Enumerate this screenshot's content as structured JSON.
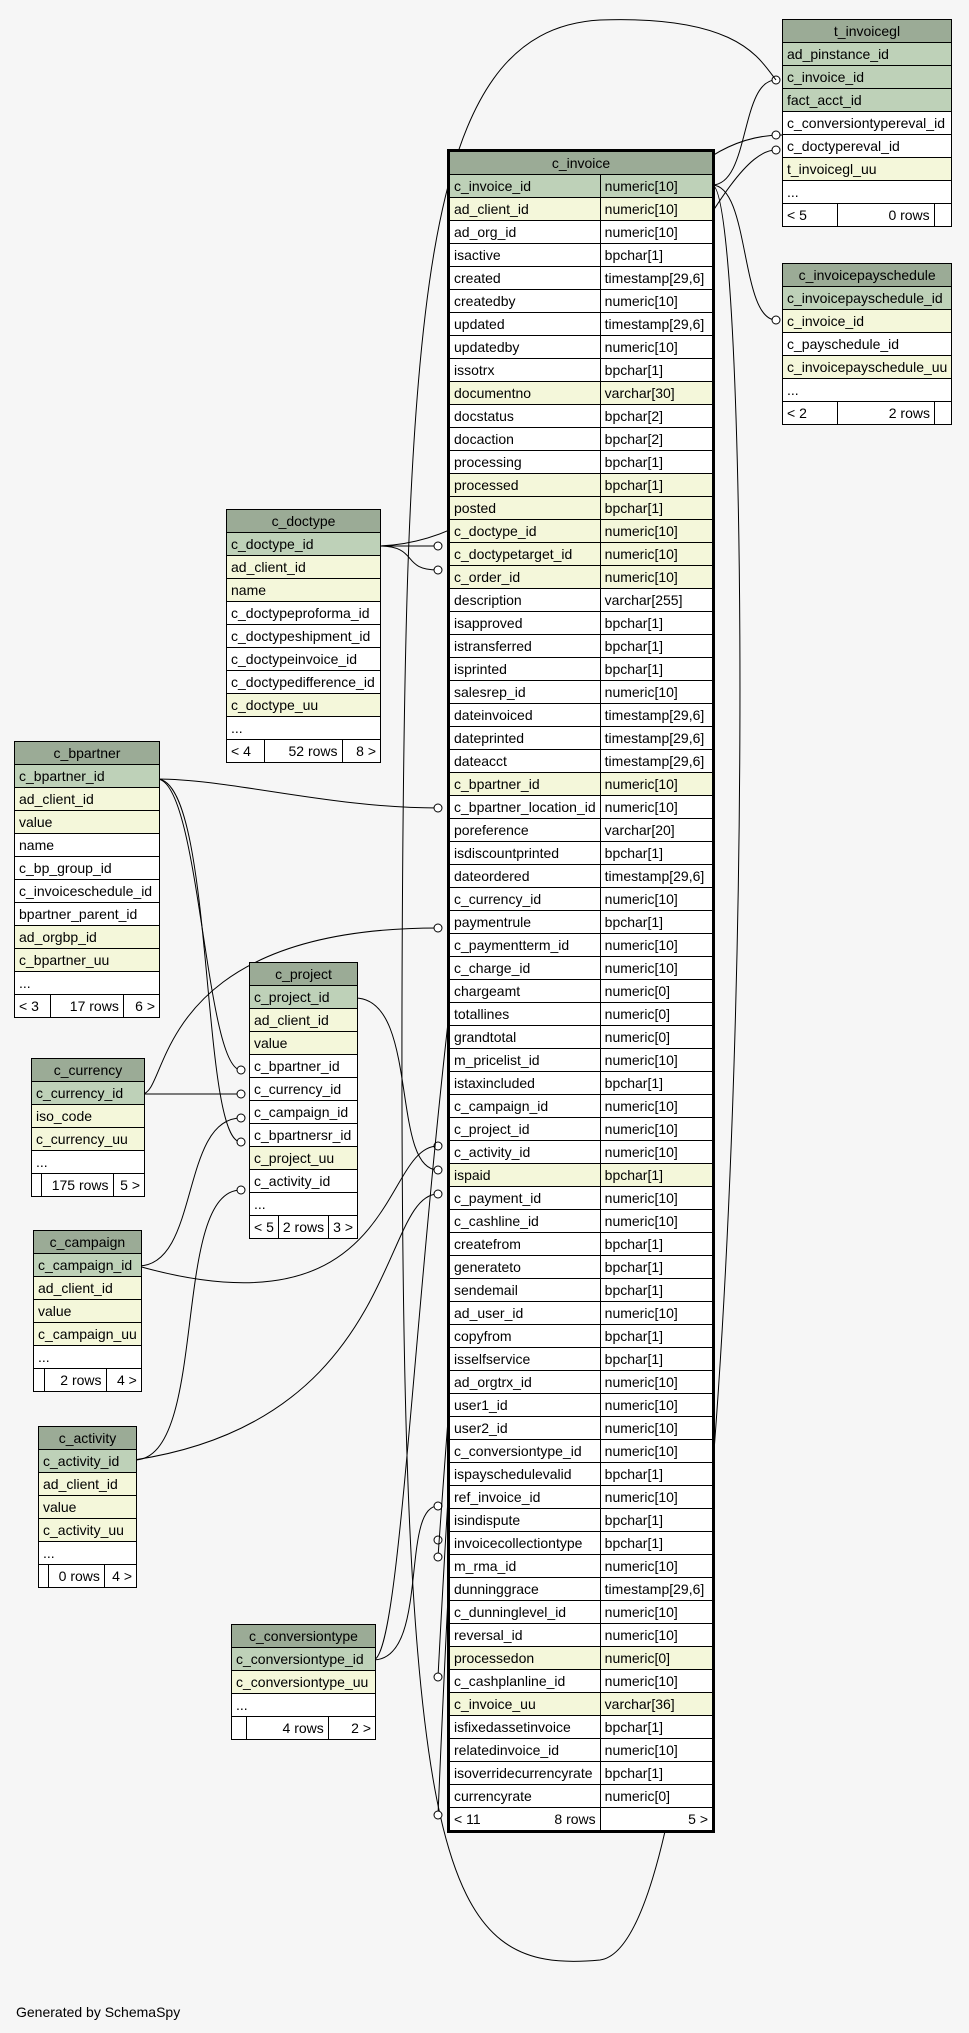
{
  "footer": "Generated by SchemaSpy",
  "tables": {
    "t_invoicegl": {
      "name": "t_invoicegl",
      "rows": [
        {
          "c": "ad_pinstance_id",
          "k": "pk"
        },
        {
          "c": "c_invoice_id",
          "k": "pk"
        },
        {
          "c": "fact_acct_id",
          "k": "pk"
        },
        {
          "c": "c_conversiontypereval_id",
          "k": "plain"
        },
        {
          "c": "c_doctypereval_id",
          "k": "plain"
        },
        {
          "c": "t_invoicegl_uu",
          "k": "idx"
        },
        {
          "c": "...",
          "k": "plain"
        }
      ],
      "foot": [
        "< 5",
        "0 rows",
        ""
      ]
    },
    "c_invoicepayschedule": {
      "name": "c_invoicepayschedule",
      "rows": [
        {
          "c": "c_invoicepayschedule_id",
          "k": "pk"
        },
        {
          "c": "c_invoice_id",
          "k": "idx"
        },
        {
          "c": "c_payschedule_id",
          "k": "plain"
        },
        {
          "c": "c_invoicepayschedule_uu",
          "k": "idx"
        },
        {
          "c": "...",
          "k": "plain"
        }
      ],
      "foot": [
        "< 2",
        "2 rows",
        ""
      ]
    },
    "c_doctype": {
      "name": "c_doctype",
      "rows": [
        {
          "c": "c_doctype_id",
          "k": "pk"
        },
        {
          "c": "ad_client_id",
          "k": "idx"
        },
        {
          "c": "name",
          "k": "idx"
        },
        {
          "c": "c_doctypeproforma_id",
          "k": "plain"
        },
        {
          "c": "c_doctypeshipment_id",
          "k": "plain"
        },
        {
          "c": "c_doctypeinvoice_id",
          "k": "plain"
        },
        {
          "c": "c_doctypedifference_id",
          "k": "plain"
        },
        {
          "c": "c_doctype_uu",
          "k": "idx"
        },
        {
          "c": "...",
          "k": "plain"
        }
      ],
      "foot": [
        "< 4",
        "52 rows",
        "8 >"
      ]
    },
    "c_bpartner": {
      "name": "c_bpartner",
      "rows": [
        {
          "c": "c_bpartner_id",
          "k": "pk"
        },
        {
          "c": "ad_client_id",
          "k": "idx"
        },
        {
          "c": "value",
          "k": "idx"
        },
        {
          "c": "name",
          "k": "plain"
        },
        {
          "c": "c_bp_group_id",
          "k": "plain"
        },
        {
          "c": "c_invoiceschedule_id",
          "k": "plain"
        },
        {
          "c": "bpartner_parent_id",
          "k": "plain"
        },
        {
          "c": "ad_orgbp_id",
          "k": "idx"
        },
        {
          "c": "c_bpartner_uu",
          "k": "idx"
        },
        {
          "c": "...",
          "k": "plain"
        }
      ],
      "foot": [
        "< 3",
        "17 rows",
        "6 >"
      ]
    },
    "c_project": {
      "name": "c_project",
      "rows": [
        {
          "c": "c_project_id",
          "k": "pk"
        },
        {
          "c": "ad_client_id",
          "k": "idx"
        },
        {
          "c": "value",
          "k": "idx"
        },
        {
          "c": "c_bpartner_id",
          "k": "plain"
        },
        {
          "c": "c_currency_id",
          "k": "plain"
        },
        {
          "c": "c_campaign_id",
          "k": "plain"
        },
        {
          "c": "c_bpartnersr_id",
          "k": "plain"
        },
        {
          "c": "c_project_uu",
          "k": "idx"
        },
        {
          "c": "c_activity_id",
          "k": "plain"
        },
        {
          "c": "...",
          "k": "plain"
        }
      ],
      "foot": [
        "< 5",
        "2 rows",
        "3 >"
      ]
    },
    "c_currency": {
      "name": "c_currency",
      "rows": [
        {
          "c": "c_currency_id",
          "k": "pk"
        },
        {
          "c": "iso_code",
          "k": "idx"
        },
        {
          "c": "c_currency_uu",
          "k": "idx"
        },
        {
          "c": "...",
          "k": "plain"
        }
      ],
      "foot": [
        "",
        "175 rows",
        "5 >"
      ]
    },
    "c_campaign": {
      "name": "c_campaign",
      "rows": [
        {
          "c": "c_campaign_id",
          "k": "pk"
        },
        {
          "c": "ad_client_id",
          "k": "idx"
        },
        {
          "c": "value",
          "k": "idx"
        },
        {
          "c": "c_campaign_uu",
          "k": "idx"
        },
        {
          "c": "...",
          "k": "plain"
        }
      ],
      "foot": [
        "",
        "2 rows",
        "4 >"
      ]
    },
    "c_activity": {
      "name": "c_activity",
      "rows": [
        {
          "c": "c_activity_id",
          "k": "pk"
        },
        {
          "c": "ad_client_id",
          "k": "idx"
        },
        {
          "c": "value",
          "k": "idx"
        },
        {
          "c": "c_activity_uu",
          "k": "idx"
        },
        {
          "c": "...",
          "k": "plain"
        }
      ],
      "foot": [
        "",
        "0 rows",
        "4 >"
      ]
    },
    "c_conversiontype": {
      "name": "c_conversiontype",
      "rows": [
        {
          "c": "c_conversiontype_id",
          "k": "pk"
        },
        {
          "c": "c_conversiontype_uu",
          "k": "idx"
        },
        {
          "c": "...",
          "k": "plain"
        }
      ],
      "foot": [
        "",
        "4 rows",
        "2 >"
      ]
    },
    "c_invoice": {
      "name": "c_invoice",
      "rows": [
        {
          "c": "c_invoice_id",
          "t": "numeric[10]",
          "k": "pk"
        },
        {
          "c": "ad_client_id",
          "t": "numeric[10]",
          "k": "idx"
        },
        {
          "c": "ad_org_id",
          "t": "numeric[10]",
          "k": "plain"
        },
        {
          "c": "isactive",
          "t": "bpchar[1]",
          "k": "plain"
        },
        {
          "c": "created",
          "t": "timestamp[29,6]",
          "k": "plain"
        },
        {
          "c": "createdby",
          "t": "numeric[10]",
          "k": "plain"
        },
        {
          "c": "updated",
          "t": "timestamp[29,6]",
          "k": "plain"
        },
        {
          "c": "updatedby",
          "t": "numeric[10]",
          "k": "plain"
        },
        {
          "c": "issotrx",
          "t": "bpchar[1]",
          "k": "plain"
        },
        {
          "c": "documentno",
          "t": "varchar[30]",
          "k": "idx"
        },
        {
          "c": "docstatus",
          "t": "bpchar[2]",
          "k": "plain"
        },
        {
          "c": "docaction",
          "t": "bpchar[2]",
          "k": "plain"
        },
        {
          "c": "processing",
          "t": "bpchar[1]",
          "k": "plain"
        },
        {
          "c": "processed",
          "t": "bpchar[1]",
          "k": "idx"
        },
        {
          "c": "posted",
          "t": "bpchar[1]",
          "k": "idx"
        },
        {
          "c": "c_doctype_id",
          "t": "numeric[10]",
          "k": "idx"
        },
        {
          "c": "c_doctypetarget_id",
          "t": "numeric[10]",
          "k": "idx"
        },
        {
          "c": "c_order_id",
          "t": "numeric[10]",
          "k": "idx"
        },
        {
          "c": "description",
          "t": "varchar[255]",
          "k": "plain"
        },
        {
          "c": "isapproved",
          "t": "bpchar[1]",
          "k": "plain"
        },
        {
          "c": "istransferred",
          "t": "bpchar[1]",
          "k": "plain"
        },
        {
          "c": "isprinted",
          "t": "bpchar[1]",
          "k": "plain"
        },
        {
          "c": "salesrep_id",
          "t": "numeric[10]",
          "k": "plain"
        },
        {
          "c": "dateinvoiced",
          "t": "timestamp[29,6]",
          "k": "plain"
        },
        {
          "c": "dateprinted",
          "t": "timestamp[29,6]",
          "k": "plain"
        },
        {
          "c": "dateacct",
          "t": "timestamp[29,6]",
          "k": "plain"
        },
        {
          "c": "c_bpartner_id",
          "t": "numeric[10]",
          "k": "idx"
        },
        {
          "c": "c_bpartner_location_id",
          "t": "numeric[10]",
          "k": "plain"
        },
        {
          "c": "poreference",
          "t": "varchar[20]",
          "k": "plain"
        },
        {
          "c": "isdiscountprinted",
          "t": "bpchar[1]",
          "k": "plain"
        },
        {
          "c": "dateordered",
          "t": "timestamp[29,6]",
          "k": "plain"
        },
        {
          "c": "c_currency_id",
          "t": "numeric[10]",
          "k": "plain"
        },
        {
          "c": "paymentrule",
          "t": "bpchar[1]",
          "k": "plain"
        },
        {
          "c": "c_paymentterm_id",
          "t": "numeric[10]",
          "k": "plain"
        },
        {
          "c": "c_charge_id",
          "t": "numeric[10]",
          "k": "plain"
        },
        {
          "c": "chargeamt",
          "t": "numeric[0]",
          "k": "plain"
        },
        {
          "c": "totallines",
          "t": "numeric[0]",
          "k": "plain"
        },
        {
          "c": "grandtotal",
          "t": "numeric[0]",
          "k": "plain"
        },
        {
          "c": "m_pricelist_id",
          "t": "numeric[10]",
          "k": "plain"
        },
        {
          "c": "istaxincluded",
          "t": "bpchar[1]",
          "k": "plain"
        },
        {
          "c": "c_campaign_id",
          "t": "numeric[10]",
          "k": "plain"
        },
        {
          "c": "c_project_id",
          "t": "numeric[10]",
          "k": "plain"
        },
        {
          "c": "c_activity_id",
          "t": "numeric[10]",
          "k": "plain"
        },
        {
          "c": "ispaid",
          "t": "bpchar[1]",
          "k": "idx"
        },
        {
          "c": "c_payment_id",
          "t": "numeric[10]",
          "k": "plain"
        },
        {
          "c": "c_cashline_id",
          "t": "numeric[10]",
          "k": "plain"
        },
        {
          "c": "createfrom",
          "t": "bpchar[1]",
          "k": "plain"
        },
        {
          "c": "generateto",
          "t": "bpchar[1]",
          "k": "plain"
        },
        {
          "c": "sendemail",
          "t": "bpchar[1]",
          "k": "plain"
        },
        {
          "c": "ad_user_id",
          "t": "numeric[10]",
          "k": "plain"
        },
        {
          "c": "copyfrom",
          "t": "bpchar[1]",
          "k": "plain"
        },
        {
          "c": "isselfservice",
          "t": "bpchar[1]",
          "k": "plain"
        },
        {
          "c": "ad_orgtrx_id",
          "t": "numeric[10]",
          "k": "plain"
        },
        {
          "c": "user1_id",
          "t": "numeric[10]",
          "k": "plain"
        },
        {
          "c": "user2_id",
          "t": "numeric[10]",
          "k": "plain"
        },
        {
          "c": "c_conversiontype_id",
          "t": "numeric[10]",
          "k": "plain"
        },
        {
          "c": "ispayschedulevalid",
          "t": "bpchar[1]",
          "k": "plain"
        },
        {
          "c": "ref_invoice_id",
          "t": "numeric[10]",
          "k": "plain"
        },
        {
          "c": "isindispute",
          "t": "bpchar[1]",
          "k": "plain"
        },
        {
          "c": "invoicecollectiontype",
          "t": "bpchar[1]",
          "k": "plain"
        },
        {
          "c": "m_rma_id",
          "t": "numeric[10]",
          "k": "plain"
        },
        {
          "c": "dunninggrace",
          "t": "timestamp[29,6]",
          "k": "plain"
        },
        {
          "c": "c_dunninglevel_id",
          "t": "numeric[10]",
          "k": "plain"
        },
        {
          "c": "reversal_id",
          "t": "numeric[10]",
          "k": "plain"
        },
        {
          "c": "processedon",
          "t": "numeric[0]",
          "k": "idx"
        },
        {
          "c": "c_cashplanline_id",
          "t": "numeric[10]",
          "k": "plain"
        },
        {
          "c": "c_invoice_uu",
          "t": "varchar[36]",
          "k": "idx"
        },
        {
          "c": "isfixedassetinvoice",
          "t": "bpchar[1]",
          "k": "plain"
        },
        {
          "c": "relatedinvoice_id",
          "t": "numeric[10]",
          "k": "plain"
        },
        {
          "c": "isoverridecurrencyrate",
          "t": "bpchar[1]",
          "k": "plain"
        },
        {
          "c": "currencyrate",
          "t": "numeric[0]",
          "k": "plain"
        }
      ],
      "foot": [
        "< 11",
        "8 rows",
        "5 >"
      ]
    }
  }
}
